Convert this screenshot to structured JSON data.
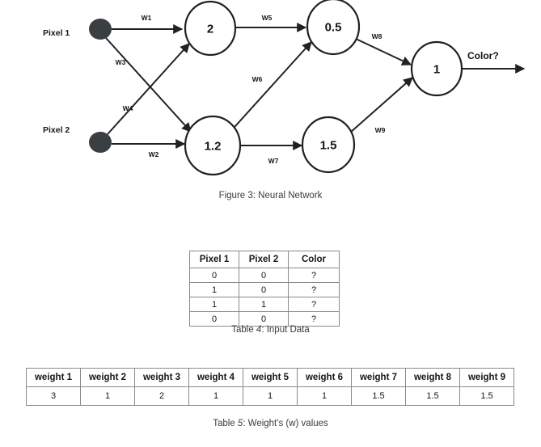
{
  "figure": {
    "caption_prefix": "Figure 3: ",
    "caption_text": "Neural Network",
    "caption_full": "Figure 3: Neural Network",
    "inputs": [
      {
        "label": "Pixel 1"
      },
      {
        "label": "Pixel 2"
      }
    ],
    "nodes": [
      {
        "id": "h1",
        "value": "2"
      },
      {
        "id": "h2",
        "value": "1.2"
      },
      {
        "id": "h3",
        "value": "0.5"
      },
      {
        "id": "h4",
        "value": "1.5"
      },
      {
        "id": "out",
        "value": "1"
      }
    ],
    "edges": [
      {
        "id": "e1",
        "label": "W1",
        "from": "Pixel 1",
        "to": "2"
      },
      {
        "id": "e2",
        "label": "W2",
        "from": "Pixel 2",
        "to": "1.2"
      },
      {
        "id": "e3",
        "label": "W3",
        "from": "Pixel 1",
        "to": "1.2"
      },
      {
        "id": "e4",
        "label": "W4",
        "from": "Pixel 2",
        "to": "2"
      },
      {
        "id": "e5",
        "label": "W5",
        "from": "2",
        "to": "0.5"
      },
      {
        "id": "e6",
        "label": "W6",
        "from": "1.2",
        "to": "0.5"
      },
      {
        "id": "e7",
        "label": "W7",
        "from": "1.2",
        "to": "1.5"
      },
      {
        "id": "e8",
        "label": "W8",
        "from": "0.5",
        "to": "1"
      },
      {
        "id": "e9",
        "label": "W9",
        "from": "1.5",
        "to": "1"
      }
    ],
    "output_label": "Color?"
  },
  "input_table": {
    "headers": [
      "Pixel 1",
      "Pixel 2",
      "Color"
    ],
    "rows": [
      [
        "0",
        "0",
        "?"
      ],
      [
        "1",
        "0",
        "?"
      ],
      [
        "1",
        "1",
        "?"
      ],
      [
        "0",
        "0",
        "?"
      ]
    ],
    "caption_prefix": "Table ",
    "caption_num": "4",
    "caption_suffix": ": Input Data"
  },
  "weights_table": {
    "headers": [
      "weight 1",
      "weight 2",
      "weight 3",
      "weight 4",
      "weight 5",
      "weight 6",
      "weight 7",
      "weight 8",
      "weight 9"
    ],
    "values": [
      "3",
      "1",
      "2",
      "1",
      "1",
      "1",
      "1.5",
      "1.5",
      "1.5"
    ],
    "caption_prefix": "Table ",
    "caption_num": "5",
    "caption_suffix": ": Weight's (w) values"
  },
  "colors": {
    "stroke": "#1f2224",
    "dot_fill": "#3a3f42",
    "background": "#ffffff",
    "caption": "#3c3c3c"
  }
}
